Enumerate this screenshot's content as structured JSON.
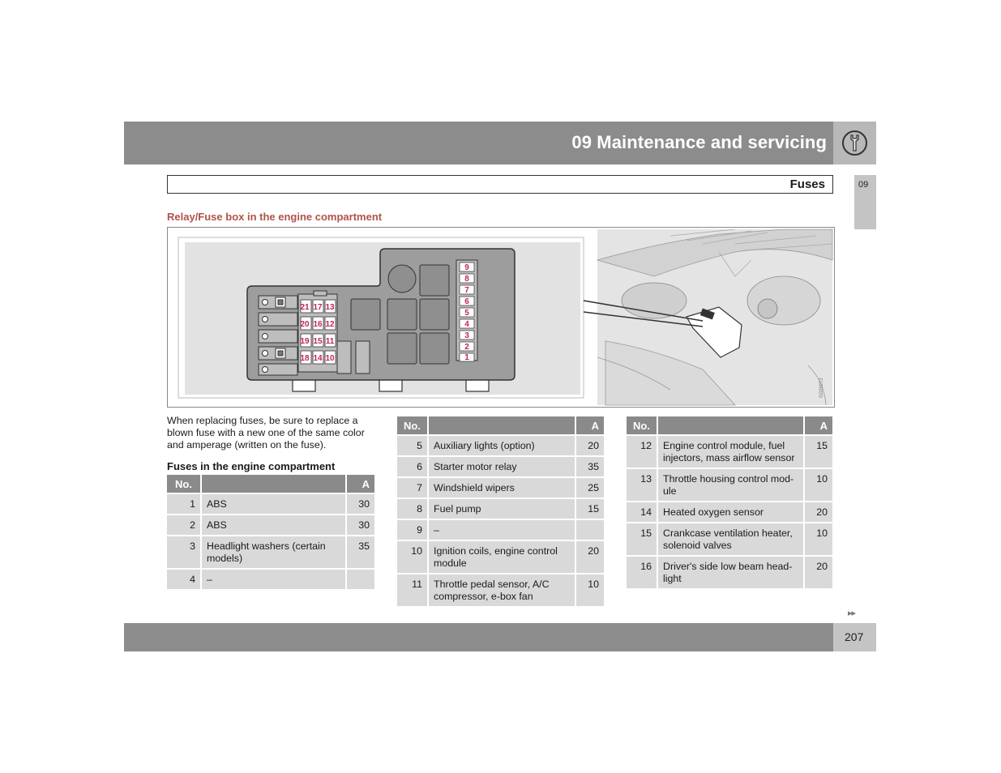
{
  "header": {
    "chapter_title": "09 Maintenance and servicing",
    "icon": "wrench-icon"
  },
  "section": {
    "title": "Fuses",
    "side_tab": "09"
  },
  "sub_heading": "Relay/Fuse box in the engine compartment",
  "figure": {
    "code": "G026972",
    "fuse_labels_column": [
      "9",
      "8",
      "7",
      "6",
      "5",
      "4",
      "3",
      "2",
      "1"
    ],
    "fuse_labels_grid": [
      [
        "21",
        "17",
        "13"
      ],
      [
        "20",
        "16",
        "12"
      ],
      [
        "19",
        "15",
        "11"
      ],
      [
        "18",
        "14",
        "10"
      ]
    ]
  },
  "intro_text": "When replacing fuses, be sure to replace a blown fuse with a new one of the same color and amperage (written on the fuse).",
  "table_caption": "Fuses in the engine compartment",
  "table_header": {
    "no": "No.",
    "desc": "",
    "amp": "A"
  },
  "tables": [
    [
      {
        "no": "1",
        "desc": "ABS",
        "amp": "30"
      },
      {
        "no": "2",
        "desc": "ABS",
        "amp": "30"
      },
      {
        "no": "3",
        "desc": "Headlight washers (certain models)",
        "amp": "35"
      },
      {
        "no": "4",
        "desc": "–",
        "amp": ""
      }
    ],
    [
      {
        "no": "5",
        "desc": "Auxiliary lights (option)",
        "amp": "20"
      },
      {
        "no": "6",
        "desc": "Starter motor relay",
        "amp": "35"
      },
      {
        "no": "7",
        "desc": "Windshield wipers",
        "amp": "25"
      },
      {
        "no": "8",
        "desc": "Fuel pump",
        "amp": "15"
      },
      {
        "no": "9",
        "desc": "–",
        "amp": ""
      },
      {
        "no": "10",
        "desc": "Ignition coils, engine control module",
        "amp": "20"
      },
      {
        "no": "11",
        "desc": "Throttle pedal sensor, A/C compressor, e-box fan",
        "amp": "10"
      }
    ],
    [
      {
        "no": "12",
        "desc": "Engine control module, fuel injectors, mass airflow sensor",
        "amp": "15"
      },
      {
        "no": "13",
        "desc": "Throttle housing control mod-ule",
        "amp": "10"
      },
      {
        "no": "14",
        "desc": "Heated oxygen sensor",
        "amp": "20"
      },
      {
        "no": "15",
        "desc": "Crankcase ventilation heater, solenoid valves",
        "amp": "10"
      },
      {
        "no": "16",
        "desc": "Driver's side low beam head-light",
        "amp": "20"
      }
    ]
  ],
  "continue_marker": "▸▸",
  "footer": {
    "page_number": "207"
  }
}
